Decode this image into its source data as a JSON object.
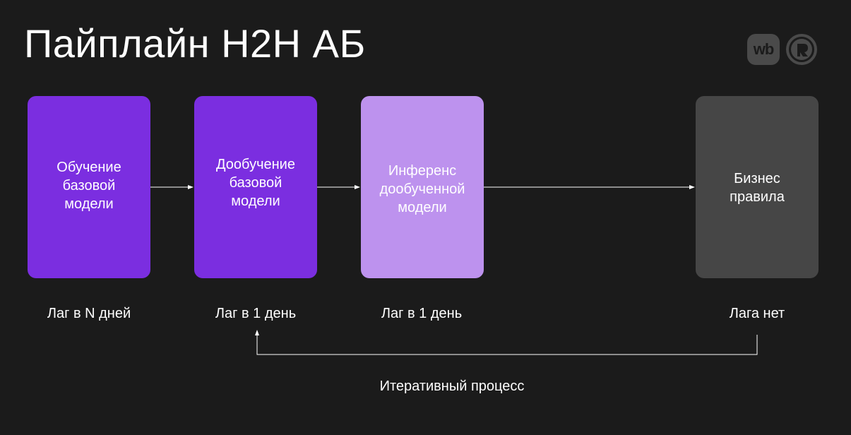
{
  "title": "Пайплайн H2H АБ",
  "logos": {
    "wb_text": "wb",
    "wb_icon": "wb-logo-icon",
    "r_icon": "r-circle-logo-icon"
  },
  "stages": [
    {
      "box_text": "Обучение\nбазовой\nмодели",
      "lag": "Лаг в N дней",
      "color": "#7b2ee0"
    },
    {
      "box_text": "Дообучение\nбазовой\nмодели",
      "lag": "Лаг в 1 день",
      "color": "#7b2ee0"
    },
    {
      "box_text": "Инференс\nдообученной\nмодели",
      "lag": "Лаг в 1 день",
      "color": "#bd92ee"
    },
    {
      "box_text": "Бизнес\nправила",
      "lag": "Лага нет",
      "color": "#464646"
    }
  ],
  "iterative_label": "Итеративный процесс",
  "colors": {
    "background": "#1b1b1b",
    "arrow": "#ffffff"
  }
}
